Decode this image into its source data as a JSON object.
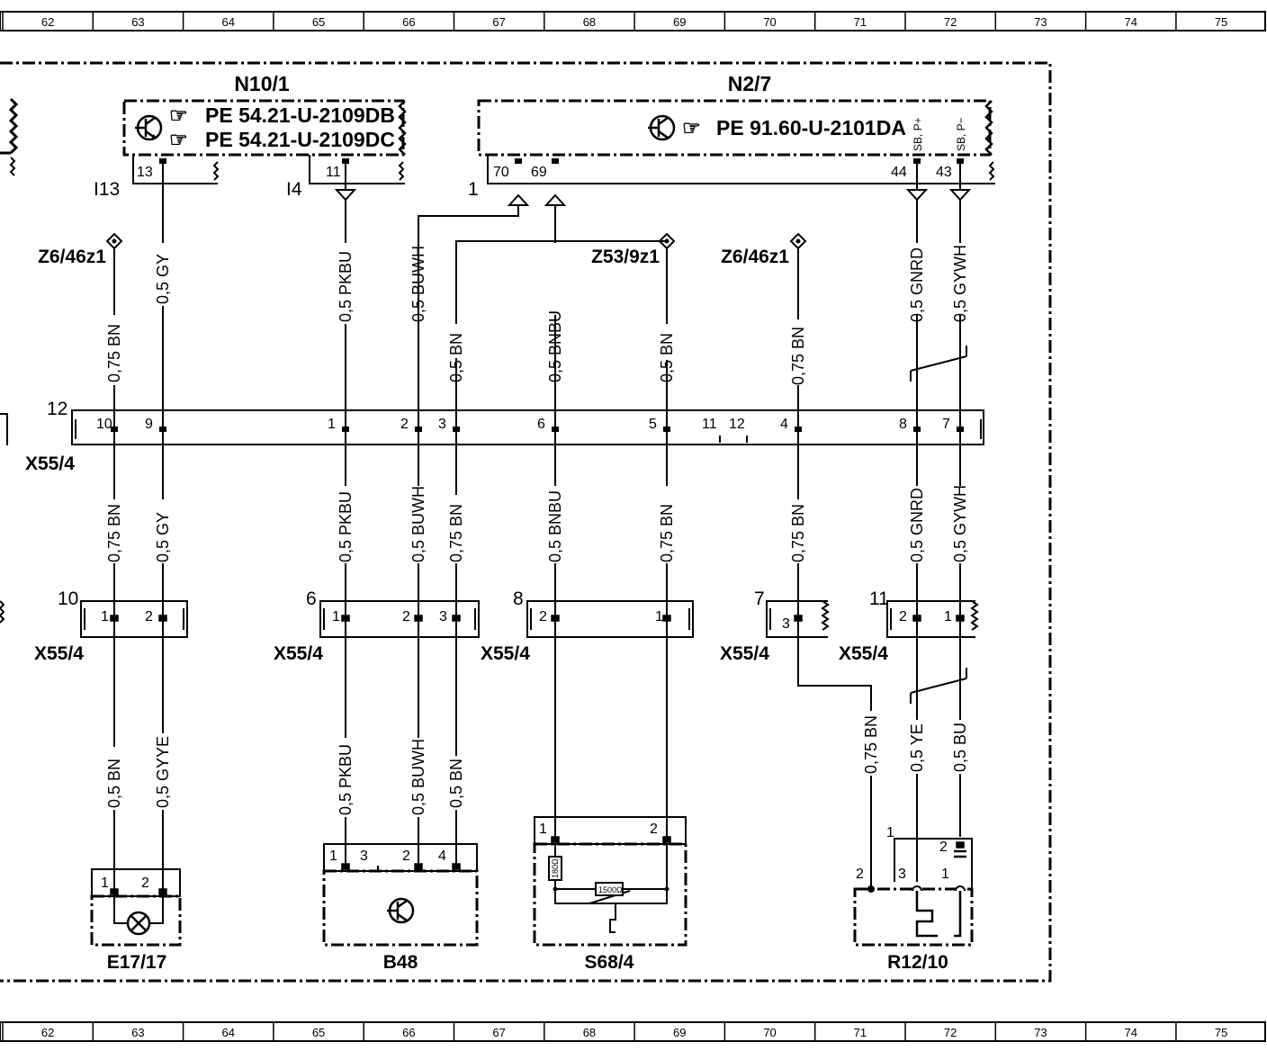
{
  "ruler": [
    "62",
    "63",
    "64",
    "65",
    "66",
    "67",
    "68",
    "69",
    "70",
    "71",
    "72",
    "73",
    "74",
    "75"
  ],
  "modules": {
    "n10_1": {
      "id": "N10/1",
      "refs": [
        "PE  54.21-U-2109DB",
        "PE  54.21-U-2109DC"
      ],
      "pins": [
        "13",
        "11"
      ],
      "labels": [
        "I13",
        "I4"
      ]
    },
    "n2_7": {
      "id": "N2/7",
      "ref": "PE  91.60-U-2101DA",
      "pins": [
        "70",
        "69",
        "44",
        "43"
      ],
      "label": "1",
      "sig": [
        "SB, P+",
        "SB, P−"
      ]
    }
  },
  "grounds": [
    "Z6/46z1",
    "Z53/9z1",
    "Z6/46z1"
  ],
  "bus": {
    "id": "X55/4",
    "num": "12",
    "pins": [
      "10",
      "9",
      "1",
      "2",
      "3",
      "6",
      "5",
      "11",
      "12",
      "4",
      "8",
      "7"
    ]
  },
  "connectors": [
    {
      "num": "10",
      "id": "X55/4",
      "pins": [
        "1",
        "2"
      ]
    },
    {
      "num": "6",
      "id": "X55/4",
      "pins": [
        "1",
        "2",
        "3"
      ]
    },
    {
      "num": "8",
      "id": "X55/4",
      "pins": [
        "2",
        "1"
      ]
    },
    {
      "num": "7",
      "id": "X55/4",
      "pins": [
        "3"
      ]
    },
    {
      "num": "11",
      "id": "X55/4",
      "pins": [
        "2",
        "1"
      ]
    }
  ],
  "wires_upper": [
    "0,75  BN",
    "0,5  GY",
    "0,5  PKBU",
    "0,5  BUWH",
    "0,5  BN",
    "0,5  BNBU",
    "0,5  BN",
    "0,75  BN",
    "0,5  GNRD",
    "0,5  GYWH"
  ],
  "wires_middle": [
    "0,75  BN",
    "0,5  GY",
    "0,5  PKBU",
    "0,5  BUWH",
    "0,75  BN",
    "0,5  BNBU",
    "0,75  BN",
    "0,75  BN",
    "0,5  GNRD",
    "0,5  GYWH"
  ],
  "wires_lower": [
    "0,5  BN",
    "0,5  GYYE",
    "0,5  PKBU",
    "0,5  BUWH",
    "0,5  BN",
    "0,75  BN",
    "0,5  YE",
    "0,5  BU"
  ],
  "components": {
    "e17_17": {
      "id": "E17/17",
      "pins": [
        "1",
        "2"
      ]
    },
    "b48": {
      "id": "B48",
      "pins": [
        "1",
        "3",
        "2",
        "4"
      ]
    },
    "s68_4": {
      "id": "S68/4",
      "pins": [
        "1",
        "2"
      ],
      "r1": "180Ω",
      "r2": "1500Ω"
    },
    "r12_10": {
      "id": "R12/10",
      "pins": [
        "2",
        "3",
        "1",
        "2",
        "1"
      ],
      "box": "1"
    }
  }
}
